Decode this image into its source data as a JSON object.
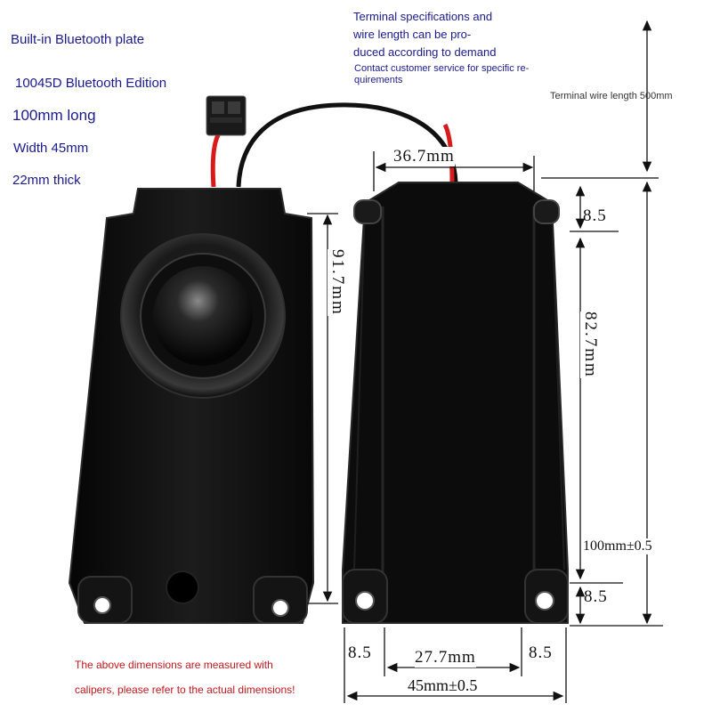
{
  "specs": {
    "plate": "Built-in Bluetooth plate",
    "edition": "10045D Bluetooth Edition",
    "length": "100mm long",
    "width": "Width 45mm",
    "thickness": "22mm thick"
  },
  "terminal_note": {
    "line1": "Terminal specifications and",
    "line2": "wire length can be pro-",
    "line3": "duced according to demand",
    "contact1": "Contact customer service for specific re-",
    "contact2": "quirements",
    "wire_length": "Terminal wire length 500mm"
  },
  "dimensions": {
    "top_width": "36.7mm",
    "side_height": "91.7mm",
    "top_offset": "8.5",
    "inner_height": "82.7mm",
    "total_height": "100mm±0.5",
    "bottom_offset": "8.5",
    "left_margin": "8.5",
    "center_width": "27.7mm",
    "right_margin": "8.5",
    "total_width": "45mm±0.5"
  },
  "disclaimer": {
    "line1": "The above dimensions are measured with",
    "line2": "calipers, please refer to the actual dimensions!"
  },
  "colors": {
    "spec_text": "#1a1a8c",
    "disclaimer_text": "#c4161c",
    "speaker_body": "#111111",
    "wire_red": "#d91a1a"
  }
}
